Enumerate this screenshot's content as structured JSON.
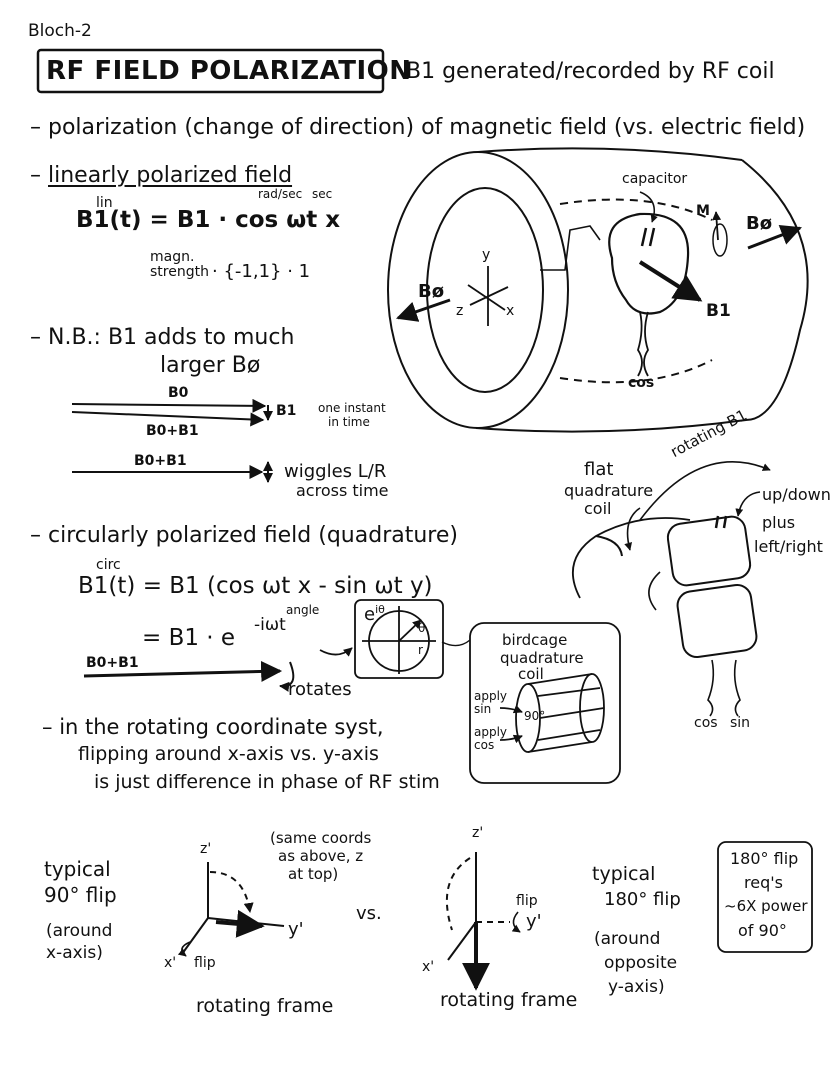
{
  "header": {
    "page_label": "Bloch-2",
    "title": "RF FIELD POLARIZATION",
    "subtitle": "B1 generated/recorded by RF coil"
  },
  "intro": {
    "line": "polarization (change of direction) of magnetic field (vs. electric field)"
  },
  "linear": {
    "heading": "linearly polarized field",
    "equation": "B1(t) = B1 · cos ωt x",
    "sup_lin": "lin",
    "sup_radsec": "rad/sec",
    "sup_sec": "sec",
    "magn_strength": "magn. strength",
    "underbrace_values": "· {-1,1} · 1"
  },
  "nb": {
    "line1": "N.B.: B1 adds to much",
    "line2": "larger Bø",
    "arrow_b0": "B0",
    "arrow_b0b1": "B0+B1",
    "b1_label": "B1",
    "one_instant": "one instant",
    "in_time": "in time",
    "arrow2_label": "B0+B1",
    "wiggles": "wiggles L/R",
    "across_time": "across time"
  },
  "circular": {
    "heading": "circularly polarized field (quadrature)",
    "sup_circ": "circ",
    "eq1": "B1(t) = B1 (cos ωt x - sin ωt y)",
    "eq2": "= B1 · e",
    "exp": "-iωt",
    "angle": "angle",
    "circle_label": "e",
    "circle_exp": "iθ",
    "circle_theta": "θ",
    "circle_r": "r",
    "arrow_label": "B0+B1",
    "rotates": "rotates"
  },
  "rotating": {
    "line1": "in the rotating coordinate syst,",
    "line2": "flipping around x-axis vs. y-axis",
    "line3": "is just difference in phase of RF stim"
  },
  "coil_diagram": {
    "capacitor": "capacitor",
    "m_label": "M",
    "b0_right": "Bø",
    "b0_left": "Bø",
    "b1": "B1",
    "cos": "cos",
    "axis_y": "y",
    "axis_z": "z",
    "axis_x": "x"
  },
  "quadrature": {
    "flat_line1": "flat",
    "flat_line2": "quadrature",
    "flat_line3": "coil",
    "rotating_b1": "rotating B1",
    "updown": "up/down",
    "plus": "plus",
    "leftright": "left/right",
    "cos": "cos",
    "sin": "sin"
  },
  "birdcage": {
    "line1": "birdcage",
    "line2": "quadrature",
    "line3": "coil",
    "apply_sin": "apply sin",
    "apply_cos": "apply cos",
    "angle": "90°"
  },
  "bottom": {
    "typical90_1": "typical",
    "typical90_2": "90° flip",
    "typical90_3": "(around",
    "typical90_4": "x-axis)",
    "same_coords_1": "(same coords",
    "same_coords_2": "as above, z",
    "same_coords_3": "at top)",
    "vs": "vs.",
    "frame1": "rotating frame",
    "frame2": "rotating frame",
    "z1": "z'",
    "y1": "y'",
    "x1": "x'",
    "flip1": "flip",
    "z2": "z'",
    "y2": "y'",
    "x2": "x'",
    "flip2": "flip",
    "typical180_1": "typical",
    "typical180_2": "180° flip",
    "typical180_3": "(around",
    "typical180_4": "opposite",
    "typical180_5": "y-axis)",
    "box_1": "180° flip",
    "box_2": "req's",
    "box_3": "~6X power",
    "box_4": "of 90°"
  }
}
